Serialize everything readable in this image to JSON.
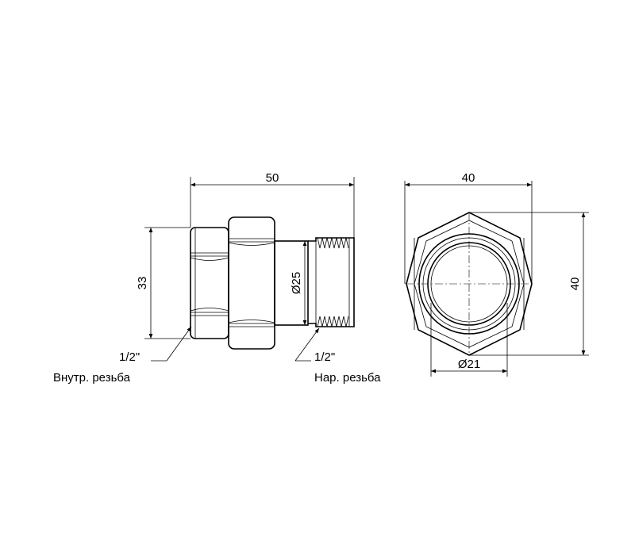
{
  "side_view": {
    "length_dim": "50",
    "height_dim": "33",
    "diameter_dim": "Ø25",
    "inner_thread_size": "1/2\"",
    "inner_thread_label": "Внутр. резьба",
    "outer_thread_size": "1/2\"",
    "outer_thread_label": "Нар. резьба"
  },
  "front_view": {
    "width_dim": "40",
    "height_dim": "40",
    "bore_dim": "Ø21"
  }
}
